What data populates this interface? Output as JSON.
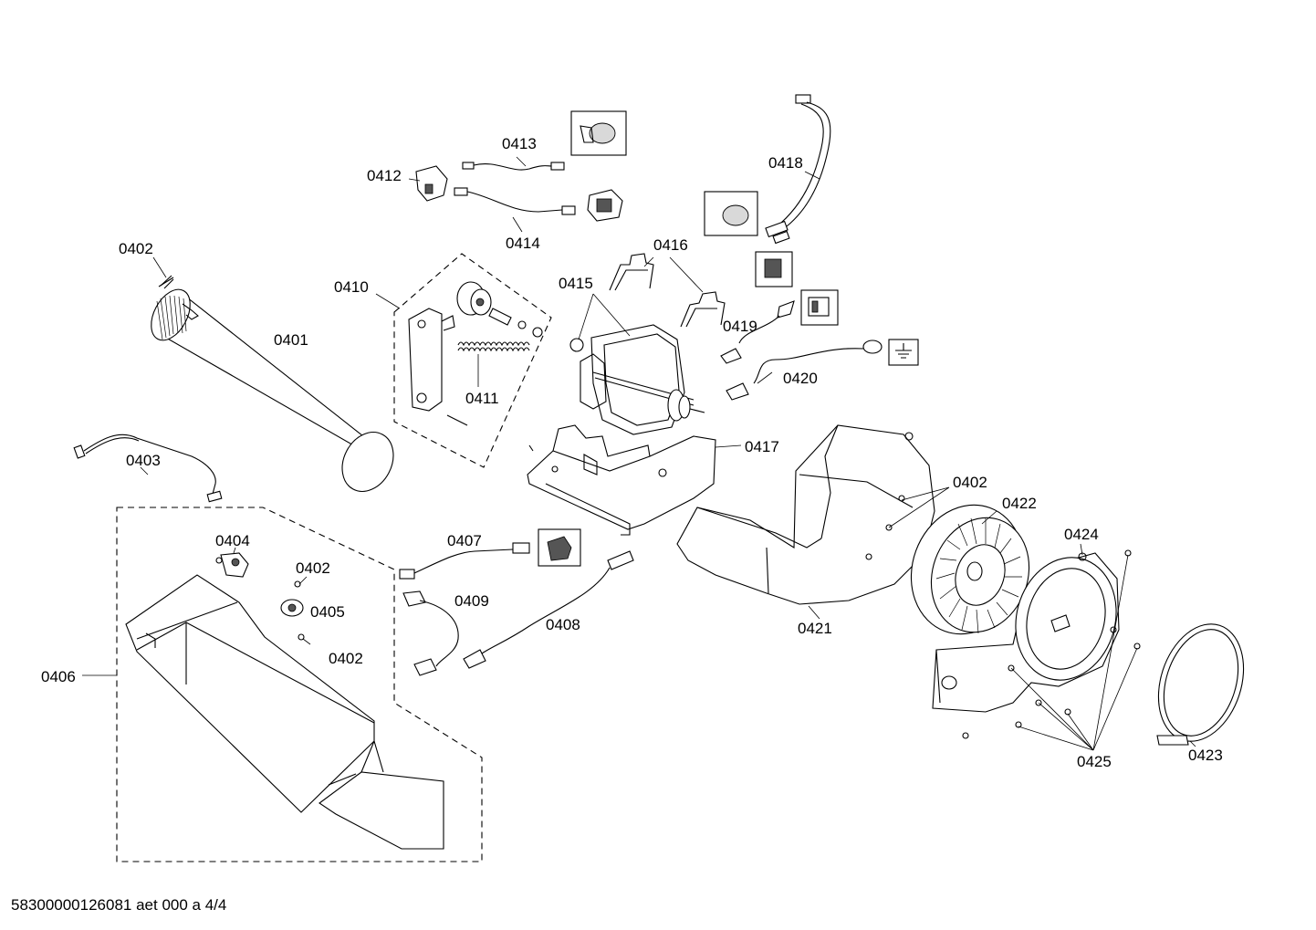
{
  "labels": {
    "p0401": "0401",
    "p0402a": "0402",
    "p0402b": "0402",
    "p0402c": "0402",
    "p0402d": "0402",
    "p0403": "0403",
    "p0404": "0404",
    "p0405": "0405",
    "p0406": "0406",
    "p0407": "0407",
    "p0408": "0408",
    "p0409": "0409",
    "p0410": "0410",
    "p0411": "0411",
    "p0412": "0412",
    "p0413": "0413",
    "p0414": "0414",
    "p0415": "0415",
    "p0416": "0416",
    "p0417": "0417",
    "p0418": "0418",
    "p0419": "0419",
    "p0420": "0420",
    "p0421": "0421",
    "p0422": "0422",
    "p0423": "0423",
    "p0424": "0424",
    "p0425": "0425"
  },
  "footer": "58300000126081 aet 000 a 4/4",
  "icons": [
    "connector-detail-icon",
    "ground-symbol-icon",
    "relay-detail-icon"
  ]
}
